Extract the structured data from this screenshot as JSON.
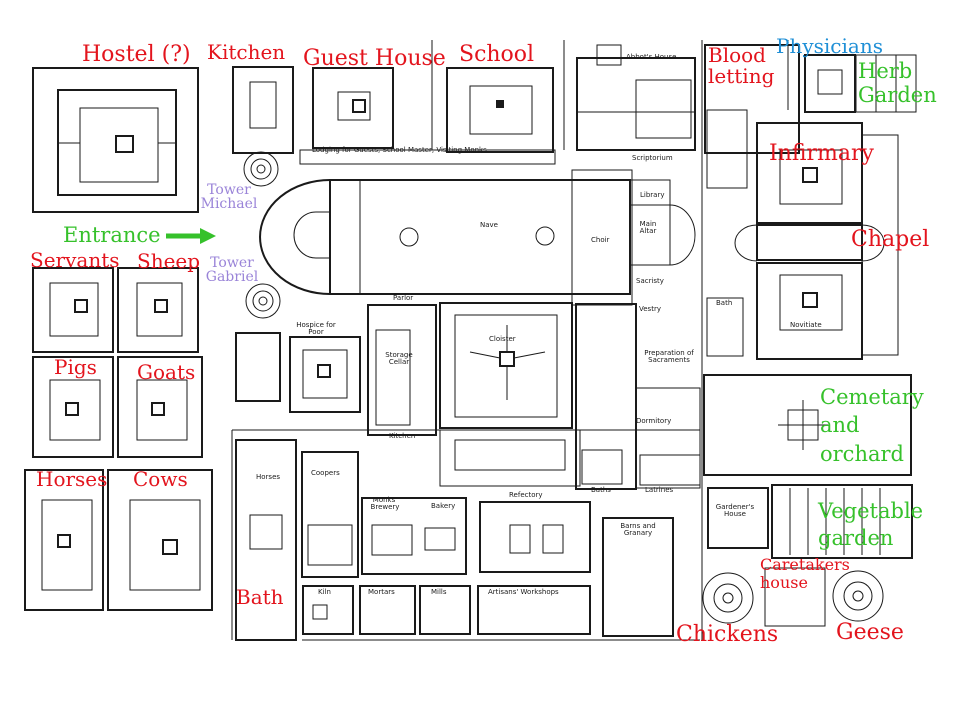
{
  "colors": {
    "building_label": "#e3141d",
    "garden_label": "#36c12b",
    "physicians_label": "#1f8fd6",
    "tower_label": "#9a84d8",
    "entrance_arrow": "#36c12b",
    "line": "#1a1a1a"
  },
  "labels_red": {
    "hostel": "Hostel (?)",
    "kitchen": "Kitchen",
    "guest_house": "Guest House",
    "school": "School",
    "blood_letting": "Blood letting",
    "infirmary": "Infirmary",
    "chapel": "Chapel",
    "servants": "Servants",
    "sheep": "Sheep",
    "pigs": "Pigs",
    "goats": "Goats",
    "horses": "Horses",
    "cows": "Cows",
    "bath": "Bath",
    "caretakers_house": "Caretakers house",
    "chickens": "Chickens",
    "geese": "Geese"
  },
  "labels_green": {
    "entrance": "Entrance",
    "herb_garden": "Herb Garden",
    "cemetery": "Cemetary and orchard",
    "vegetable_garden": "Vegetable garden"
  },
  "labels_blue": {
    "physicians": "Physicians"
  },
  "labels_purple": {
    "tower_michael": "Tower Michael",
    "tower_gabriel": "Tower Gabriel"
  },
  "small_text": {
    "abbots_house": "Abbot's House",
    "lodging": "Lodging for Guests, School Master, Visiting Monks",
    "scriptorium": "Scriptorium",
    "library": "Library",
    "nave": "Nave",
    "choir": "Choir",
    "main_altar": "Main Altar",
    "sacristy": "Sacristy",
    "vestry": "Vestry",
    "parlor": "Parlor",
    "hospice": "Hospice for Poor",
    "storage_cellar": "Storage Cellar",
    "cloister": "Cloister",
    "preparation": "Preparation of Sacraments",
    "dormitory": "Dormitory",
    "kitchen_small": "Kitchen",
    "refectory": "Refectory",
    "baths": "Baths",
    "latrines": "Latrines",
    "horses_small": "Horses",
    "coopers": "Coopers",
    "monks_brewery": "Monks' Brewery",
    "bakery": "Bakery",
    "barns": "Barns and Granary",
    "gardeners_house": "Gardener's House",
    "kiln": "Kiln",
    "mortars": "Mortars",
    "mills": "Mills",
    "artisans": "Artisans' Workshops",
    "novitiate": "Novitiate",
    "bath_small": "Bath"
  }
}
